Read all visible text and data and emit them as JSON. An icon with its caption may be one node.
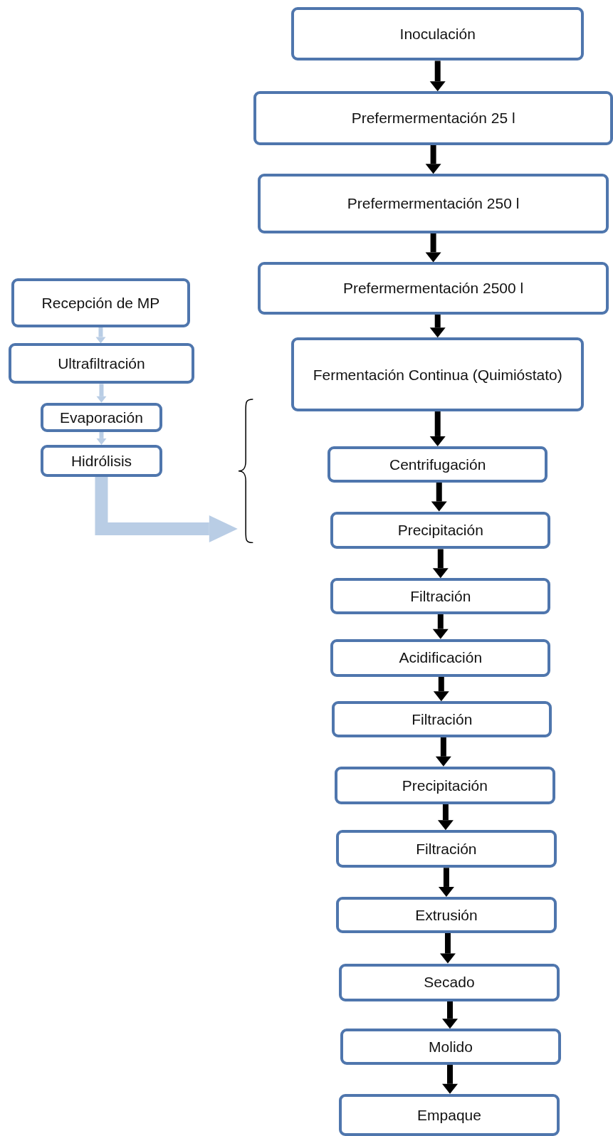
{
  "diagram": {
    "nodes": [
      {
        "text": [
          "Inoculación"
        ]
      },
      {
        "text": [
          "Prefermermentación 25 l"
        ]
      },
      {
        "text": [
          "Prefermermentación 250 l"
        ]
      },
      {
        "text": [
          "Prefermermentación 2500 l"
        ]
      },
      {
        "text": [
          "Fermentación  Continua (Quimióstato)"
        ]
      },
      {
        "text": [
          "Centrifugación"
        ]
      },
      {
        "text": [
          "Precipitación"
        ]
      },
      {
        "text": [
          "Filtración"
        ]
      },
      {
        "text": [
          "Acidificación"
        ]
      },
      {
        "text": [
          "Filtración"
        ]
      },
      {
        "text": [
          "Precipitación"
        ]
      },
      {
        "text": [
          "Filtración"
        ]
      },
      {
        "text": [
          "Extrusión"
        ]
      },
      {
        "text": [
          "Secado"
        ]
      },
      {
        "text": [
          "Molido"
        ]
      },
      {
        "text": [
          "Empaque"
        ]
      },
      {
        "text": [
          "Recepción de MP"
        ]
      },
      {
        "text": [
          "Ultrafiltración"
        ]
      },
      {
        "text": [
          "Evaporación"
        ]
      },
      {
        "text": [
          "Hidrólisis"
        ]
      },
      {
        "text": [],
        "shape": "brace"
      }
    ],
    "edges": [
      {
        "from": 0,
        "to": 1,
        "arrow": "to"
      },
      {
        "from": 1,
        "to": 2,
        "arrow": "to"
      },
      {
        "from": 2,
        "to": 3,
        "arrow": "to"
      },
      {
        "from": 3,
        "to": 4,
        "arrow": "to"
      },
      {
        "from": 4,
        "to": 5,
        "arrow": "to"
      },
      {
        "from": 5,
        "to": 6,
        "arrow": "to"
      },
      {
        "from": 6,
        "to": 7,
        "arrow": "to"
      },
      {
        "from": 7,
        "to": 8,
        "arrow": "to"
      },
      {
        "from": 8,
        "to": 9,
        "arrow": "to"
      },
      {
        "from": 9,
        "to": 10,
        "arrow": "to"
      },
      {
        "from": 10,
        "to": 11,
        "arrow": "to"
      },
      {
        "from": 11,
        "to": 12,
        "arrow": "to"
      },
      {
        "from": 12,
        "to": 13,
        "arrow": "to"
      },
      {
        "from": 13,
        "to": 14,
        "arrow": "to"
      },
      {
        "from": 14,
        "to": 15,
        "arrow": "to"
      },
      {
        "from": 16,
        "to": 17,
        "arrow": "to",
        "color": "#b9cde5"
      },
      {
        "from": 17,
        "to": 18,
        "arrow": "to",
        "color": "#b9cde5"
      },
      {
        "from": 18,
        "to": 19,
        "arrow": "to",
        "color": "#b9cde5"
      },
      {
        "from": 19,
        "to": 20,
        "arrow": "to",
        "style": "thick",
        "color": "#b9cde5"
      }
    ]
  }
}
